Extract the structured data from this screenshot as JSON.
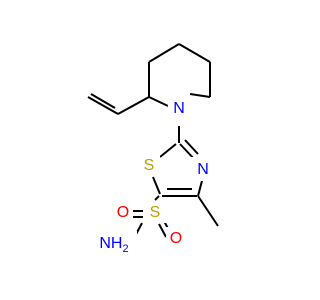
{
  "molecule": {
    "atoms": {
      "nitrogen_ring": {
        "text": "N",
        "color": "#0000ff"
      },
      "nitrogen_piperidine": {
        "text": "N",
        "color": "#0000ff"
      },
      "sulfur_ring": {
        "text": "S",
        "color": "#b8a000"
      },
      "sulfur_sulfonyl": {
        "text": "S",
        "color": "#b8a000"
      },
      "oxygen_left": {
        "text": "O",
        "color": "#ff0000"
      },
      "oxygen_right": {
        "text": "O",
        "color": "#ff0000"
      },
      "amine": {
        "text": "NH",
        "sub": "2",
        "color": "#0000ff"
      }
    }
  }
}
